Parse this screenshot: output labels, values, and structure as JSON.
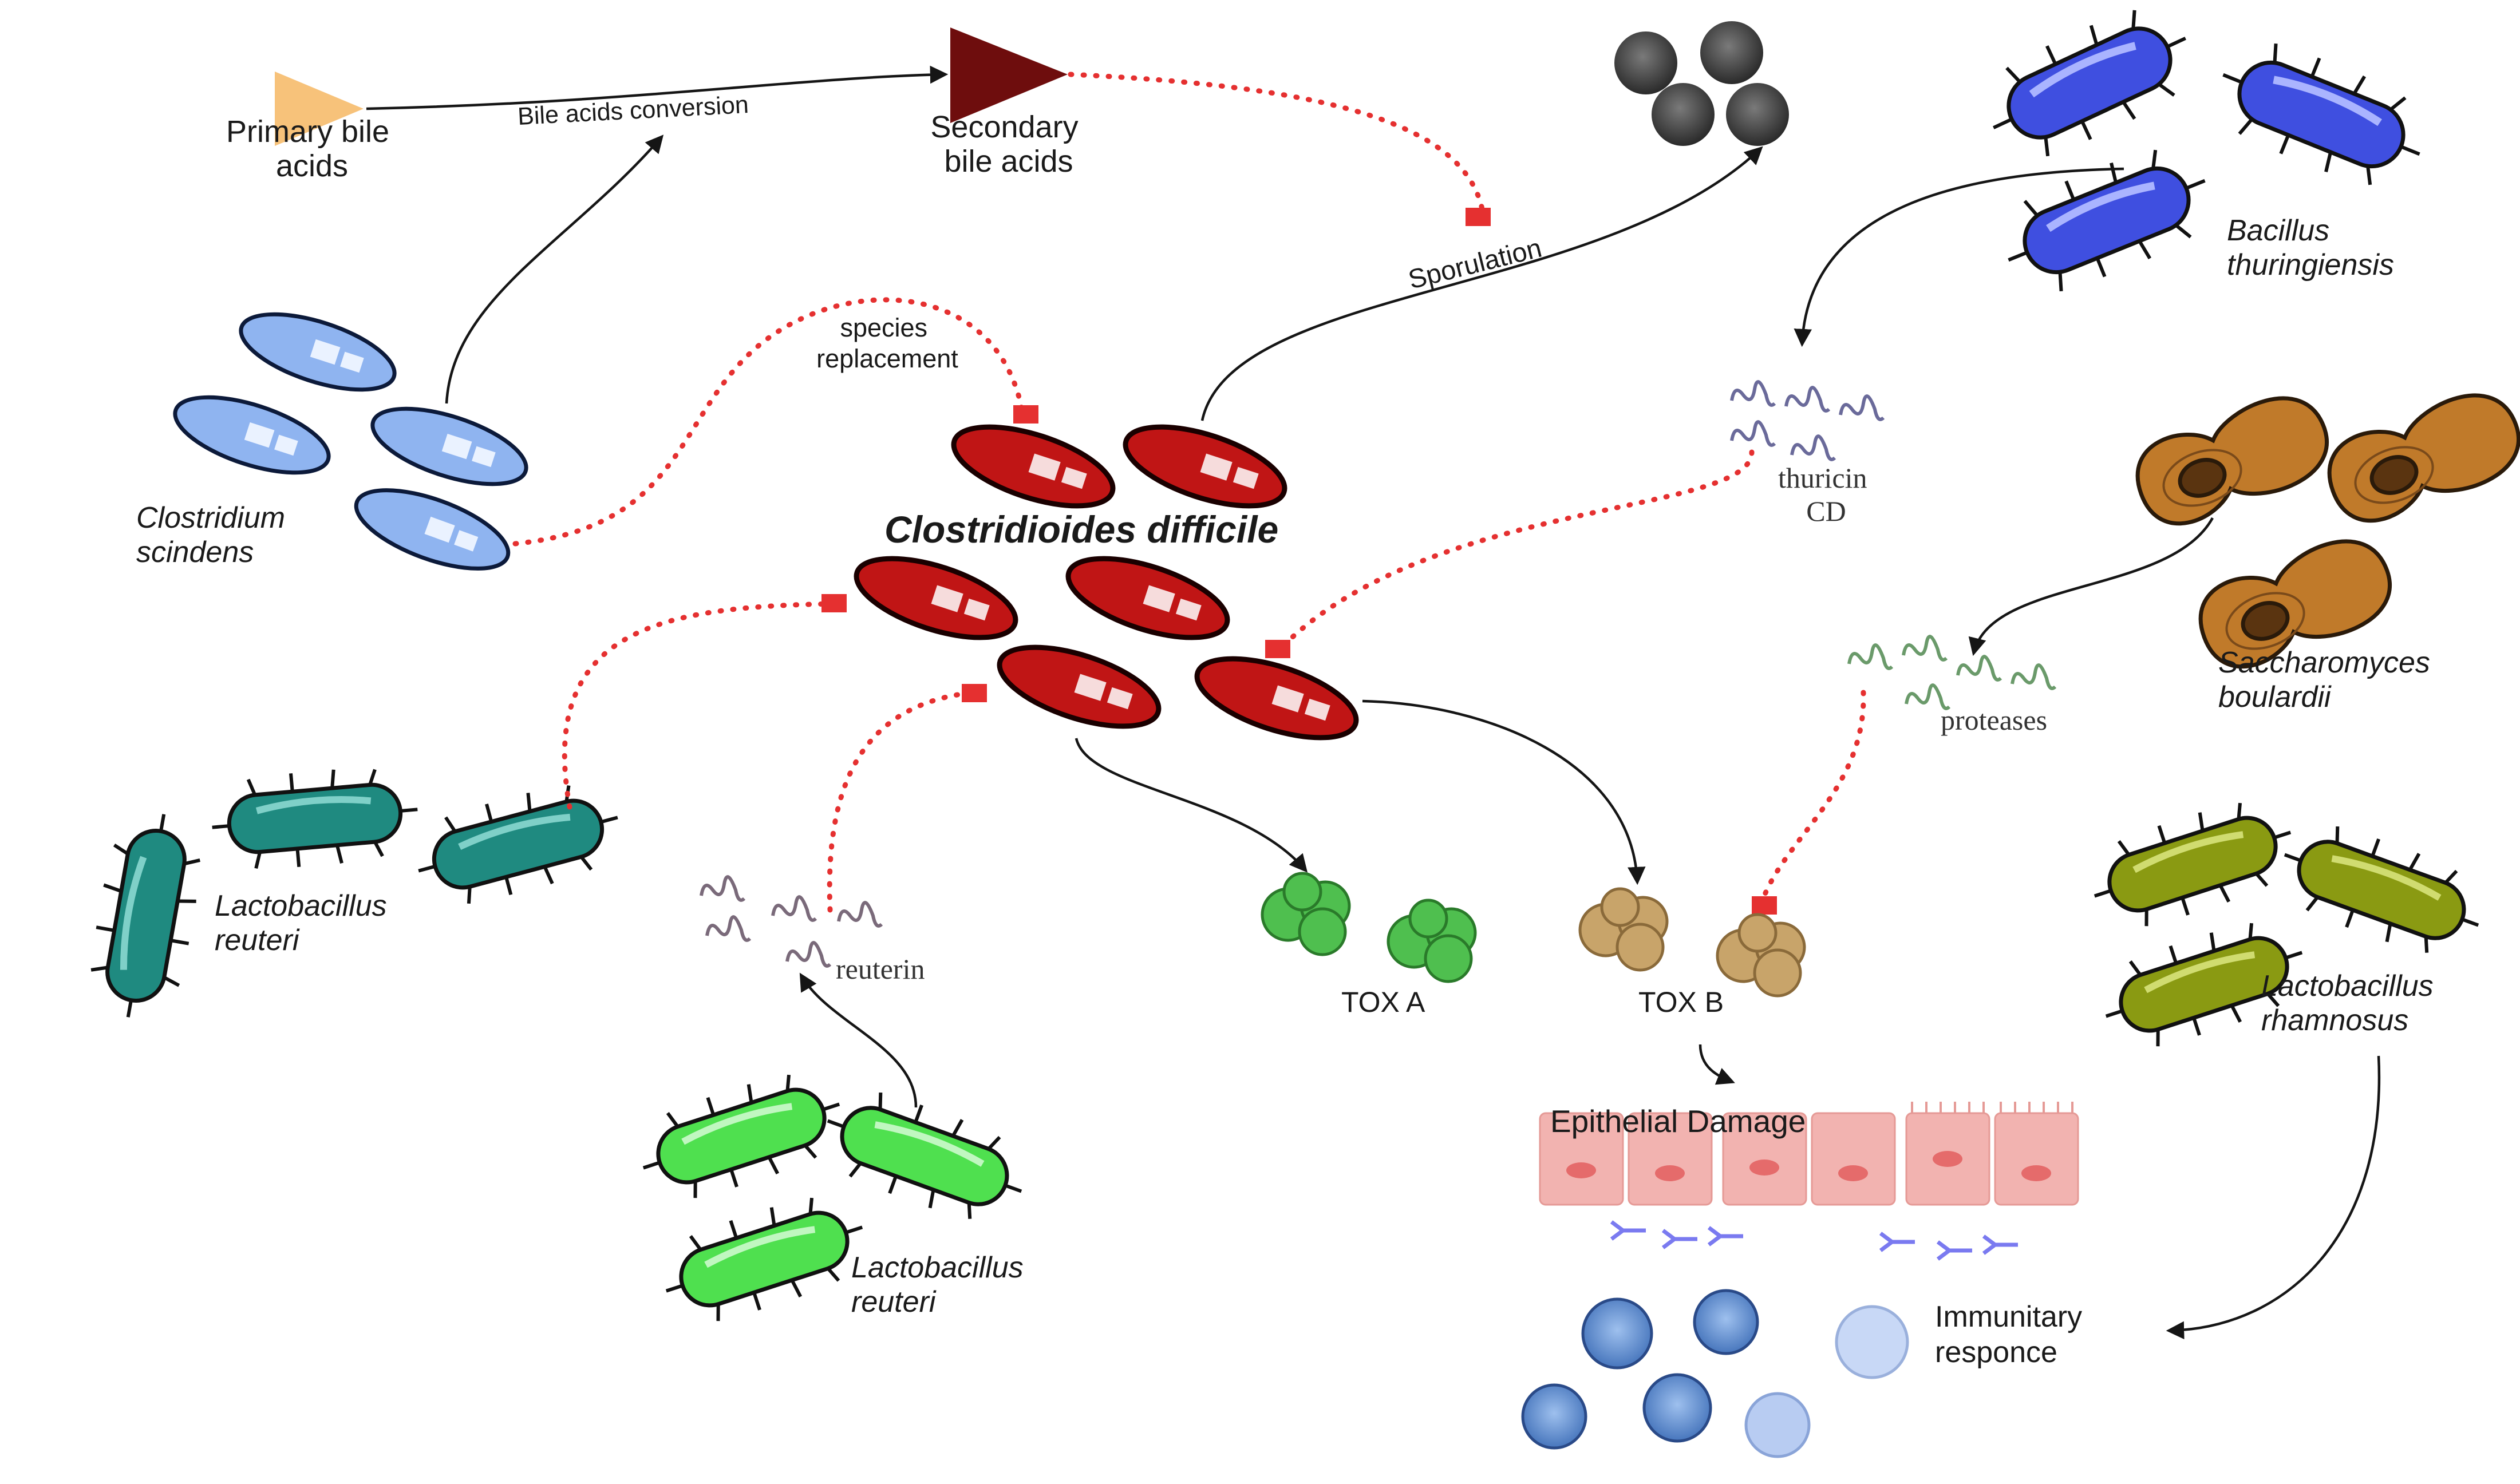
{
  "labels": {
    "primary_bile": [
      "Primary bile",
      "acids"
    ],
    "bile_conversion": "Bile acids conversion",
    "secondary_bile": [
      "Secondary",
      "bile acids"
    ],
    "sporulation": "Sporulation",
    "species_replacement": [
      "species",
      "replacement"
    ],
    "clostridium_scindens": [
      "Clostridium",
      "scindens"
    ],
    "c_difficile": "Clostridioides difficile",
    "bacillus": [
      "Bacillus",
      "thuringiensis"
    ],
    "thuricin": [
      "thuricin",
      "CD"
    ],
    "saccharomyces": [
      "Saccharomyces",
      "boulardii"
    ],
    "proteases": "proteases",
    "lacto_reuteri_left": [
      "Lactobacillus",
      "reuteri"
    ],
    "reuterin": "reuterin",
    "tox_a": "TOX A",
    "tox_b": "TOX B",
    "epithelial": "Epithelial Damage",
    "immunitary": [
      "Immunitary",
      "responce"
    ],
    "lacto_reuteri_bottom": [
      "Lactobacillus",
      "reuteri"
    ],
    "lacto_rhamnosus": [
      "Lactobacillus",
      "rhamnosus"
    ]
  },
  "colors": {
    "primary_bile": "#f7c27a",
    "secondary_bile": "#6e0d0d",
    "c_difficile": "#c01515",
    "c_scindens": "#8fb4f0",
    "bacillus": "#3f4fe0",
    "saccharomyces": "#c07a2a",
    "lacto_reuteri_teal": "#1f8a80",
    "lacto_reuteri_green": "#4fe04f",
    "lacto_rhamnosus": "#8a9a12",
    "tox_a": "#4fbf4f",
    "tox_b": "#c8a46a",
    "inhibition": "#e53030",
    "epithelium": "#f2b3b0",
    "immune_cell": "#5a86c8"
  }
}
